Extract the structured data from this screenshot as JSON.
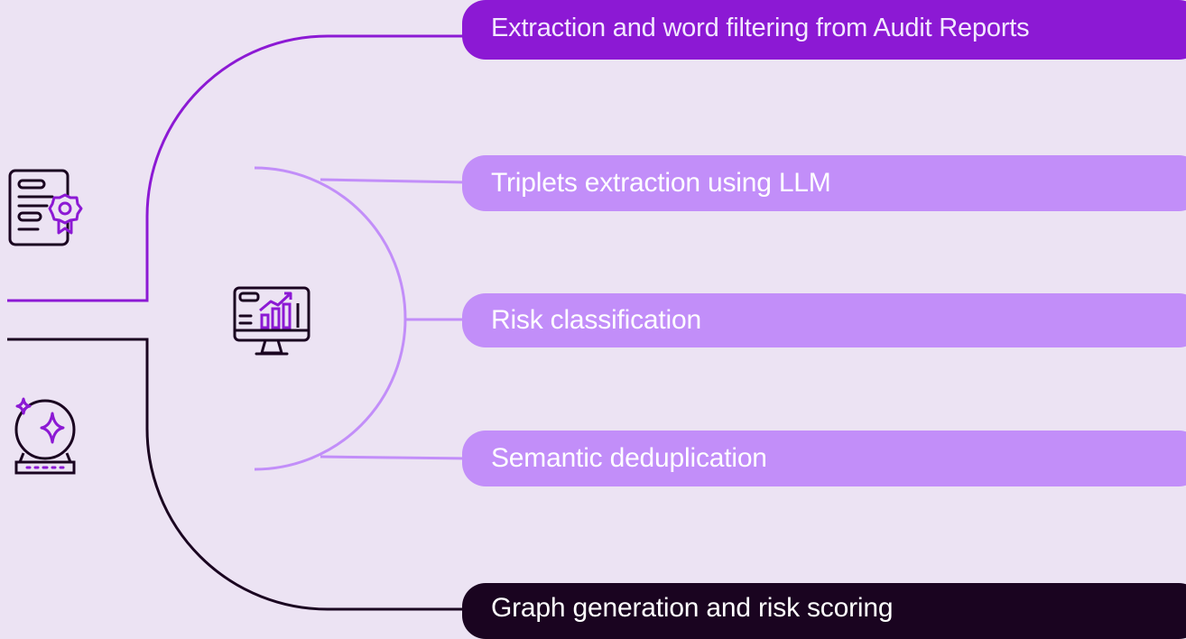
{
  "steps": [
    {
      "label": "Extraction and word filtering from Audit Reports",
      "style": "dark-purple"
    },
    {
      "label": "Triplets extraction using LLM",
      "style": "light-purple"
    },
    {
      "label": "Risk classification",
      "style": "light-purple"
    },
    {
      "label": "Semantic deduplication",
      "style": "light-purple"
    },
    {
      "label": "Graph generation and risk scoring",
      "style": "black-purple"
    }
  ],
  "icons": {
    "top_left": "audit-report-certificate-icon",
    "center": "analytics-monitor-icon",
    "bottom_left": "crystal-ball-icon"
  },
  "colors": {
    "background": "#ece3f3",
    "dark_purple": "#8c19d4",
    "light_purple": "#c28ef9",
    "black_purple": "#1a0420"
  }
}
